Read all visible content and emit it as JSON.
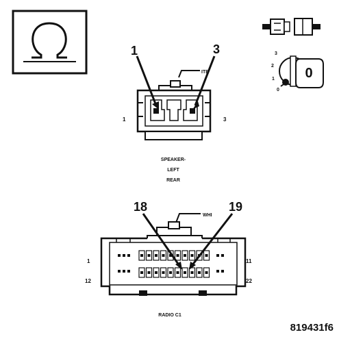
{
  "key_icon": {
    "positions": [
      "3",
      "2",
      "1",
      "0"
    ],
    "current_position": "0"
  },
  "speaker_connector": {
    "callout_left": "1",
    "callout_right": "3",
    "color_label": "ITE",
    "pin_label_left": "1",
    "pin_label_right": "3",
    "name_lines": [
      "SPEAKER-",
      "LEFT",
      "REAR"
    ]
  },
  "radio_connector": {
    "callout_left": "18",
    "callout_right": "19",
    "color_label": "WHI",
    "pin_label_top_left": "1",
    "pin_label_top_right": "11",
    "pin_label_bottom_left": "12",
    "pin_label_bottom_right": "22",
    "name": "RADIO C1"
  },
  "figure_id": "819431f6"
}
